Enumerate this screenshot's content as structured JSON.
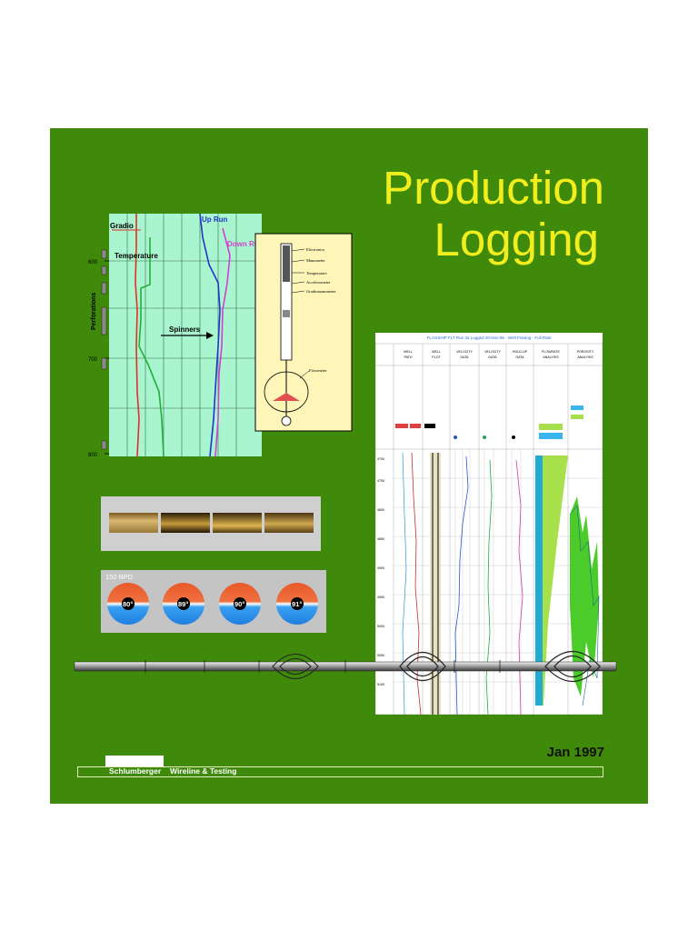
{
  "title": {
    "line1": "Production",
    "line2": "Logging"
  },
  "date": "Jan 1997",
  "footer": {
    "brand": "Schlumberger",
    "division": "Wireline & Testing"
  },
  "left_log": {
    "labels": {
      "gradio": "Gradio",
      "temperature": "Temperature",
      "up_run": "Up Run",
      "down_run": "Down Run",
      "spinners": "Spinners",
      "perforations": "Perforations"
    },
    "depths": [
      "600",
      "700",
      "800"
    ]
  },
  "tool_labels": [
    "Electronics",
    "Manometer",
    "Temperature",
    "Accelerometer",
    "Gradiomanometer",
    "Flowmeter"
  ],
  "disks": {
    "rate": "150 BPD",
    "angles": [
      "80°",
      "89°",
      "90°",
      "91°"
    ]
  },
  "right_log": {
    "header": "FLAGSHIP FLT Run 3a Logged 30-Nov-96 - Well Flowing - Full Rate",
    "columns": [
      [
        "WELL",
        "PATH"
      ],
      [
        "WELL",
        "PLOT"
      ],
      [
        "VELOCITY",
        "DATA"
      ],
      [
        "VELOCITY",
        "DATA"
      ],
      [
        "HOLD-UP",
        "DATA"
      ],
      [
        "FLOWRATE",
        "ANALYSIS"
      ],
      [
        "POROSITY",
        "ANALYSIS"
      ]
    ],
    "depths": [
      "4700",
      "4750",
      "4800",
      "4850",
      "4900",
      "4950",
      "5000",
      "5050",
      "5100"
    ]
  },
  "colors": {
    "background": "#3f8a0a",
    "title": "#f2ee1c",
    "log_grid": "#a9f5cf"
  }
}
